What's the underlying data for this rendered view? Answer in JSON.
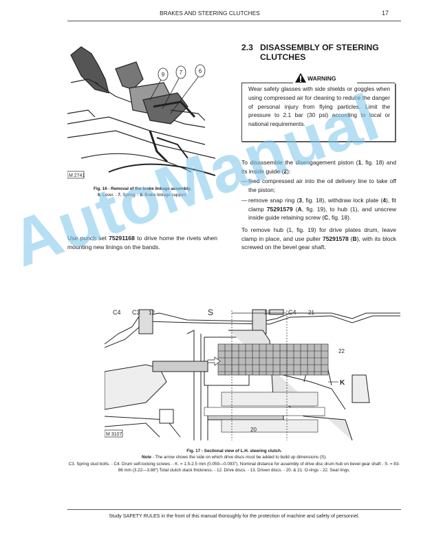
{
  "header": {
    "title": "BRAKES AND STEERING CLUTCHES",
    "page_number": "17"
  },
  "figure16": {
    "callouts": [
      "9",
      "7",
      "6"
    ],
    "plate_id": "M 2741",
    "caption_title": "Fig. 16 - Removal of the brake linkage assembly.",
    "caption_legend": [
      {
        "num": "6.",
        "text": " Lever. - "
      },
      {
        "num": "7.",
        "text": " Spring. - "
      },
      {
        "num": "9.",
        "text": " Brake linkage support."
      }
    ]
  },
  "left_text": {
    "pre": "Use punch set ",
    "part": "75291168",
    "post": " to drive home the rivets when mounting new linings on the bands."
  },
  "section": {
    "number": "2.3",
    "title_line1": "DISASSEMBLY OF STEERING",
    "title_line2": "CLUTCHES"
  },
  "warning": {
    "label": "WARNING",
    "icon": "warning-triangle-icon",
    "text": "Wear safety glasses with side shields or goggles when using compressed air for cleaning to reduce the danger of personal injury from flying particles.  Limit the pressure to 2.1 bar (30 psi) according to local or national requirements."
  },
  "procedure": {
    "intro_a": "To disassemble the disengagement piston (",
    "intro_b": "1",
    "intro_c": ", fig. 18) and its inside guide (",
    "intro_d": "2",
    "intro_e": "):",
    "steps": [
      {
        "dash": "—",
        "text": "feed compressed air into the oil delivery line to take off the piston;"
      },
      {
        "dash": "—",
        "a": "remove snap ring (",
        "b": "3",
        "c": ", fig. 18), withdraw lock plate (",
        "d": "4",
        "e": "), fit clamp ",
        "f": "75291579",
        "g": " (",
        "h": "A",
        "i": ", fig. 19), to hub (1), and unscrew inside guide retaining screw (",
        "j": "C",
        "k": ", fig. 18)."
      }
    ],
    "hub_a": "To remove hub (1, fig. 19) for drive plates drum, leave clamp in place, and use puller ",
    "hub_b": "75291578",
    "hub_c": " (",
    "hub_d": "B",
    "hub_e": "), with its block screwed on the bevel gear shaft."
  },
  "figure17": {
    "callouts": [
      "C4",
      "C3",
      "12",
      "S",
      "13",
      "C4",
      "21",
      "22",
      "K",
      "20"
    ],
    "plate_id": "M 3107",
    "caption_title": "Fig. 17 - Sectional view of L.H. steering clutch.",
    "note_label": "Note",
    "note_text": " - The arrow shows the side on which drive discs must be added to build up dimensions (S).",
    "legend": "C3. Spring stud bolts. - C4. Drum self-locking screws. - K. = 1.5-2.5 mm (0.059—0.093\"). Nominal distance for assembly of drive disc drum hub on bevel gear shaft  - S. = 83-86 mm (3.22—3.88\")  Total clutch stack thickness. - 12. Drive discs. - 13. Driven discs. - 20. & 21. O-rings  - 22. Seal rings."
  },
  "footer": {
    "text": "Study SAFETY RULES in the front of this manual thoroughly for the protection of machine and safety of personnel."
  },
  "watermark": {
    "text": "AutoManual",
    "color": "#7cc6ec"
  }
}
